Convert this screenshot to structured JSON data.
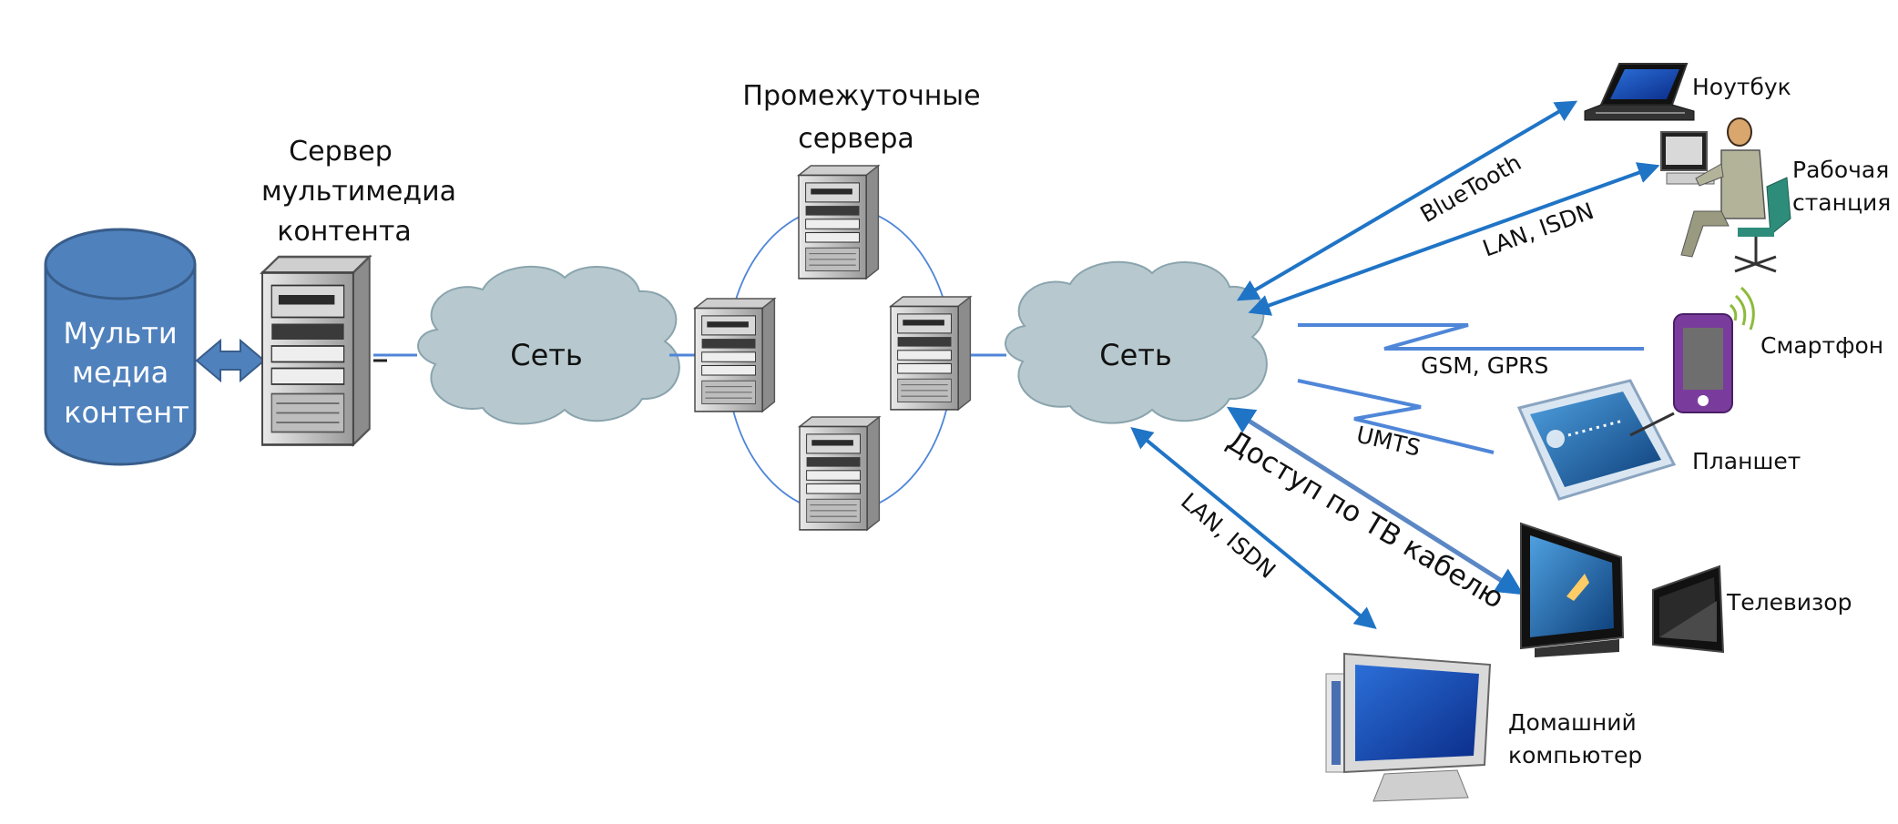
{
  "database": {
    "lines": [
      "Мульти",
      "медиа",
      "контент"
    ]
  },
  "main_server": {
    "lines": [
      "Сервер",
      "мультимедиа",
      "контента"
    ]
  },
  "intermediate_servers": {
    "lines": [
      "Промежуточные",
      "сервера"
    ]
  },
  "cloud_left": {
    "label": "Сеть"
  },
  "cloud_right": {
    "label": "Сеть"
  },
  "links": {
    "bluetooth": "BlueTooth",
    "lan_isdn_top": "LAN, ISDN",
    "gsm_gprs": "GSM, GPRS",
    "umts": "UMTS",
    "tv_cable": "Доступ по ТВ кабелю",
    "lan_isdn_bottom": "LAN, ISDN"
  },
  "devices": {
    "laptop": "Ноутбук",
    "workstation": [
      "Рабочая",
      "станция"
    ],
    "smartphone": "Смартфон",
    "tablet": "Планшет",
    "tv": "Телевизор",
    "home_pc": [
      "Домашний",
      "компьютер"
    ]
  },
  "colors": {
    "db_fill": "#4f81bd",
    "db_stroke": "#385d8a",
    "cloud_fill": "#b7c9cf",
    "cloud_stroke": "#8aa4ad",
    "link_blue": "#1f74c6",
    "wireless_blue": "#4f86d8"
  }
}
